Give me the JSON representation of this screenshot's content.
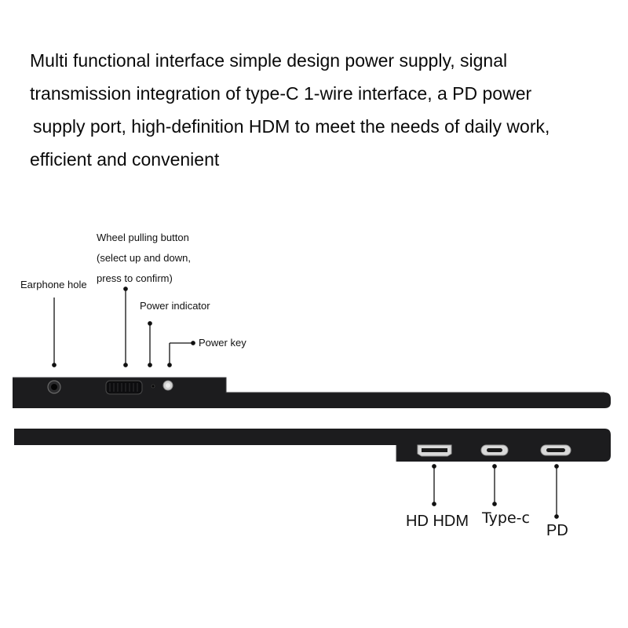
{
  "headline": {
    "lines": [
      "Multi functional interface simple design power supply, signal",
      "transmission integration of type-C 1-wire interface, a PD power",
      " supply port, high-definition HDM to meet the needs of daily work,",
      "efficient and convenient"
    ]
  },
  "labels": {
    "wheel_button": [
      "Wheel pulling button",
      "(select up and down,",
      "press to confirm)"
    ],
    "earphone_hole": "Earphone hole",
    "power_indicator": "Power indicator",
    "power_key": "Power key",
    "hd_hdm": "HD HDM",
    "type_c": "Type-c",
    "pd": "PD"
  },
  "colors": {
    "device_body": "#1c1c1e",
    "port_metal": "#d9d9d9",
    "leader_line": "#111111"
  }
}
